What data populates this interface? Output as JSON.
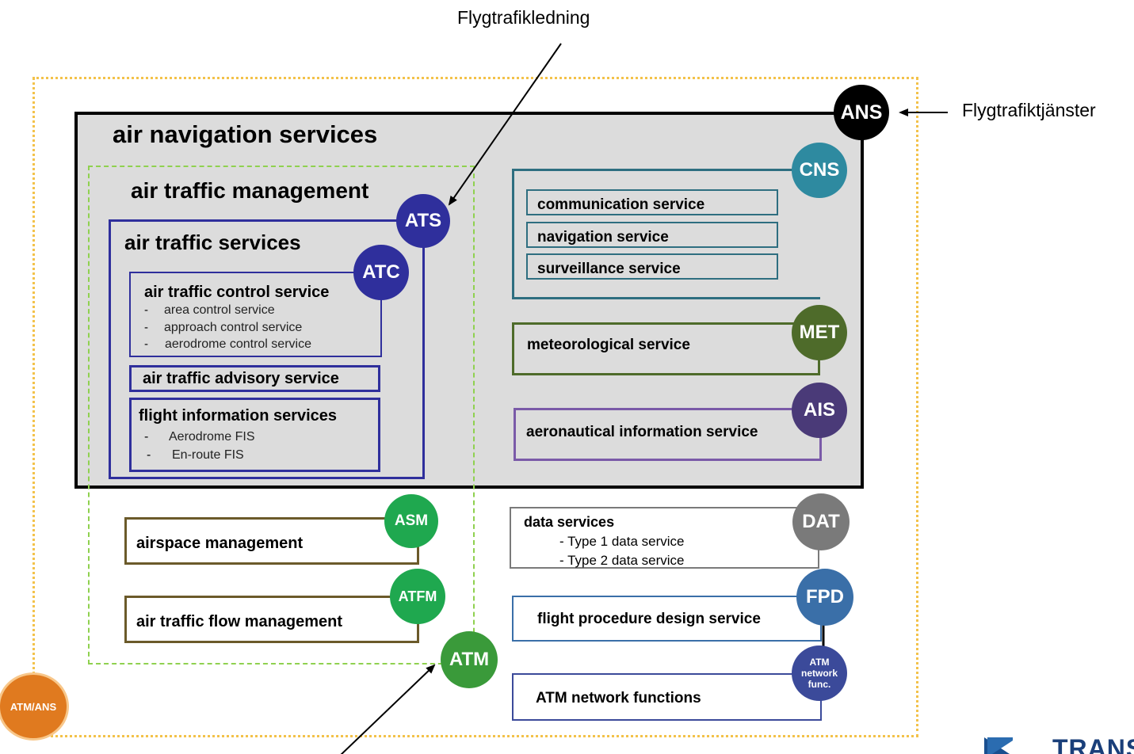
{
  "annotations": {
    "top_label": "Flygtrafikledning",
    "right_label": "Flygtrafiktjänster"
  },
  "ans": {
    "badge": "ANS",
    "title": "air navigation services"
  },
  "atm": {
    "badge": "ATM",
    "title": "air traffic management"
  },
  "ats": {
    "badge": "ATS",
    "title": "air traffic services"
  },
  "atc": {
    "badge": "ATC",
    "title": "air traffic control service",
    "items": [
      "area control service",
      "approach control service",
      "aerodrome control service"
    ]
  },
  "advisory": {
    "title": "air traffic advisory service"
  },
  "fis": {
    "title": "flight information services",
    "items": [
      "Aerodrome FIS",
      "En-route FIS"
    ]
  },
  "cns": {
    "badge": "CNS",
    "items": [
      "communication service",
      "navigation service",
      "surveillance service"
    ]
  },
  "met": {
    "badge": "MET",
    "title": "meteorological service"
  },
  "ais": {
    "badge": "AIS",
    "title": "aeronautical information service"
  },
  "asm": {
    "badge": "ASM",
    "title": "airspace management"
  },
  "atfm": {
    "badge": "ATFM",
    "title": "air traffic flow management"
  },
  "dat": {
    "badge": "DAT",
    "title": "data services",
    "items": [
      "- Type 1 data service",
      "- Type 2 data service"
    ]
  },
  "fpd": {
    "badge": "FPD",
    "title": "flight procedure design service"
  },
  "network": {
    "badge_lines": [
      "ATM",
      "network",
      "func."
    ],
    "title": "ATM network functions"
  },
  "outer": {
    "badge": "ATM/ANS"
  },
  "logo": {
    "text": "TRANS"
  },
  "colors": {
    "ans": "#000000",
    "atm_green": "#3a9a3a",
    "ats_blue": "#2f2f9c",
    "cns_teal": "#2e8aa0",
    "met_olive": "#4e6b2a",
    "ais_purple": "#4a3a78",
    "asm_green": "#1fa84f",
    "dat_gray": "#7a7a7a",
    "fpd_blue": "#3a6fa8",
    "network_blue": "#3b4a9a",
    "outer_orange": "#e07a1f",
    "outer_dotted": "#f3c24a",
    "panel_gray": "#dcdcdc"
  }
}
